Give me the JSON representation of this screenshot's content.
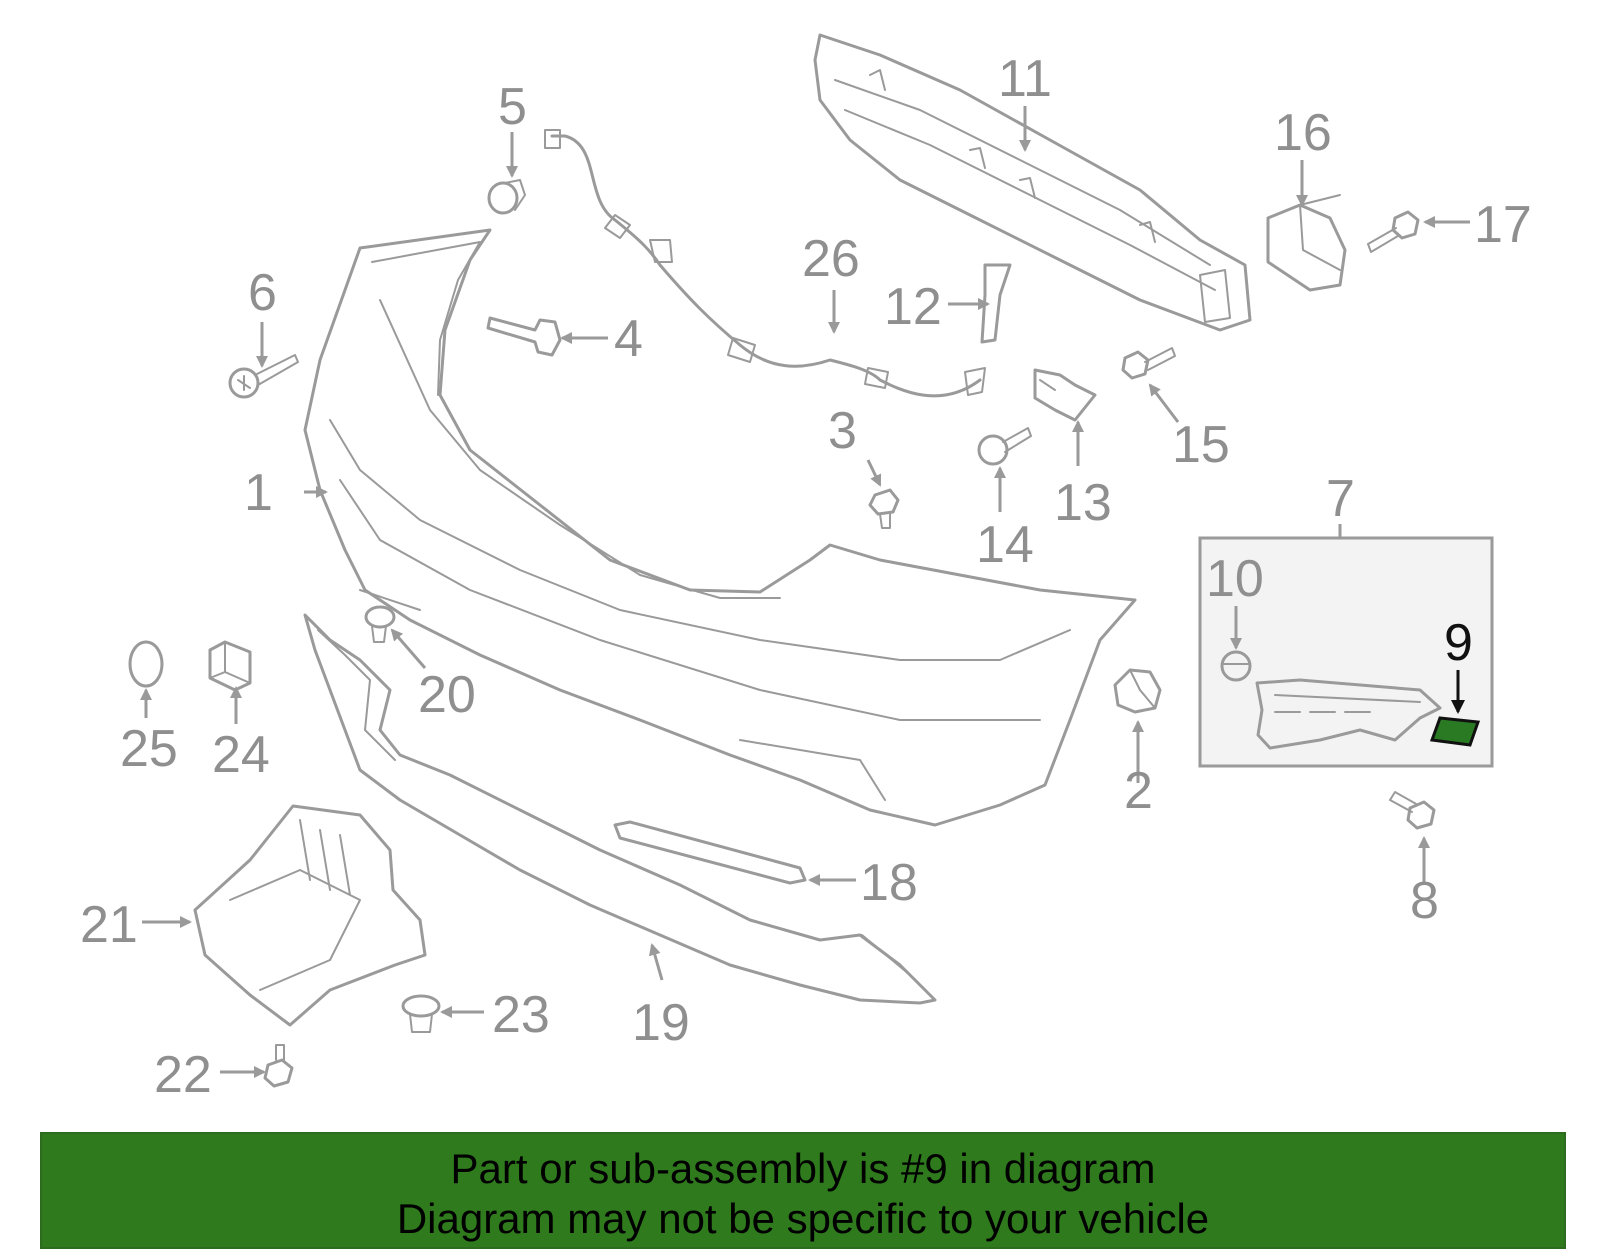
{
  "diagram": {
    "callouts": {
      "c1": "1",
      "c2": "2",
      "c3": "3",
      "c4": "4",
      "c5": "5",
      "c6": "6",
      "c7": "7",
      "c8": "8",
      "c9": "9",
      "c10": "10",
      "c11": "11",
      "c12": "12",
      "c13": "13",
      "c14": "14",
      "c15": "15",
      "c16": "16",
      "c17": "17",
      "c18": "18",
      "c19": "19",
      "c20": "20",
      "c21": "21",
      "c22": "22",
      "c23": "23",
      "c24": "24",
      "c25": "25",
      "c26": "26"
    },
    "highlighted_part": "9"
  },
  "banner": {
    "line1": "Part or sub-assembly is #9 in diagram",
    "line2": "Diagram may not be specific to your vehicle"
  },
  "colors": {
    "part_stroke": "#9a9a9a",
    "highlight_fill": "#2a7a24",
    "banner_bg": "#2e7a1d",
    "subassembly_box_bg": "#f3f3f3"
  }
}
